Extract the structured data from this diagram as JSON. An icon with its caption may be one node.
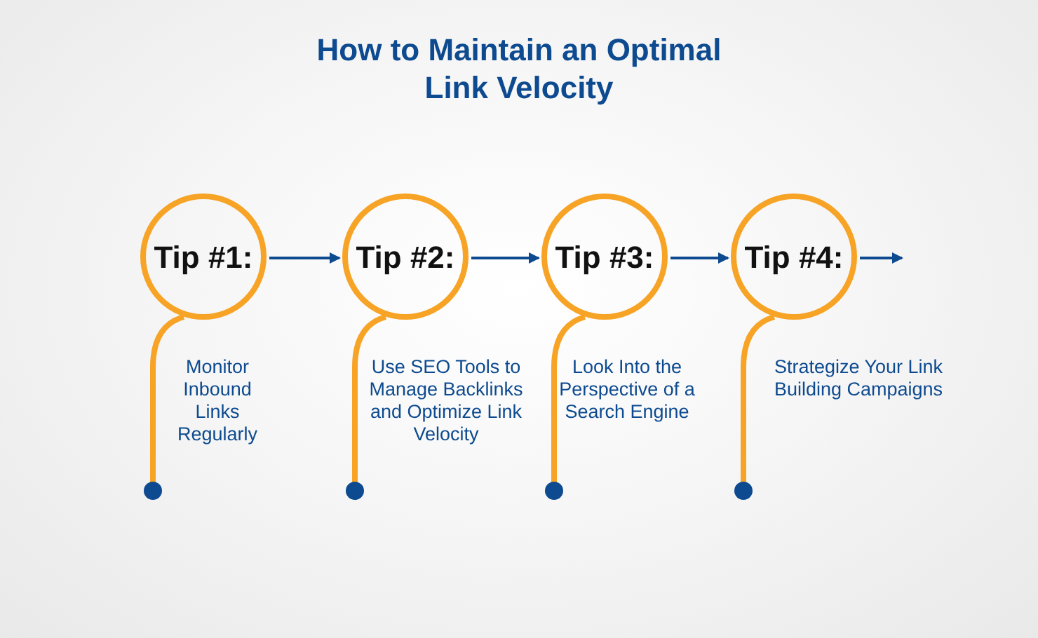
{
  "diagram": {
    "title": "How to Maintain an Optimal Link Velocity",
    "nodes": [
      {
        "text": [
          "Tip #1:"
        ],
        "beside": [
          "Monitor Inbound Links Regularly"
        ]
      },
      {
        "text": [
          "Tip #2:"
        ],
        "beside": [
          "Use SEO Tools to Manage Backlinks and Optimize Link Velocity"
        ]
      },
      {
        "text": [
          "Tip #3:"
        ],
        "beside": [
          "Look Into the Perspective of a Search Engine"
        ]
      },
      {
        "text": [
          "Tip #4:"
        ],
        "beside": [
          "Strategize Your Link Building Campaigns"
        ]
      }
    ],
    "edges": [
      {
        "from": 0,
        "to": 1,
        "arrow": "to",
        "color": "#0d4a8f"
      },
      {
        "from": 0,
        "to": null,
        "arrow": "other",
        "color": "#f7a325",
        "style": "thick"
      },
      {
        "from": 1,
        "to": 2,
        "arrow": "to",
        "color": "#0d4a8f"
      },
      {
        "from": 1,
        "to": null,
        "arrow": "other",
        "color": "#f7a325",
        "style": "thick"
      },
      {
        "from": 2,
        "to": 3,
        "arrow": "to",
        "color": "#0d4a8f"
      },
      {
        "from": 2,
        "to": null,
        "arrow": "other",
        "color": "#f7a325",
        "style": "thick"
      },
      {
        "from": 3,
        "to": null,
        "arrow": "to",
        "color": "#0d4a8f"
      },
      {
        "from": 3,
        "to": null,
        "arrow": "other",
        "color": "#f7a325",
        "style": "thick"
      }
    ]
  }
}
